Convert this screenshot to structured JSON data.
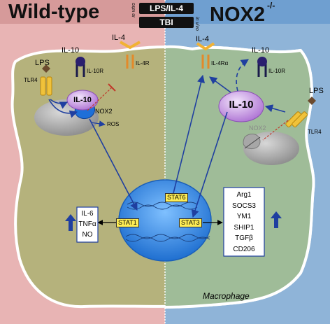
{
  "header": {
    "left_title": "Wild-type",
    "right_title": "NOX2",
    "right_superscript": "-/-",
    "box_top": "LPS/IL-4",
    "box_bottom": "TBI",
    "side_top": "in vitro",
    "side_bottom": "in vivo"
  },
  "left": {
    "lps": "LPS",
    "tlr4": "TLR4",
    "il10": "IL-10",
    "il10r": "IL-10R",
    "il4": "IL-4",
    "il4r": "IL-4R",
    "il10_circle": "IL-10",
    "nox2": "NOX2",
    "ros": "ROS",
    "stat1": "STAT1",
    "up_list": [
      "IL-6",
      "TNFα",
      "NO"
    ]
  },
  "right": {
    "il4": "IL-4",
    "il4ra": "IL-4Rα",
    "il10": "IL-10",
    "il10r": "IL-10R",
    "il10_circle": "IL-10",
    "lps": "LPS",
    "tlr4": "TLR4",
    "nox2": "NOX2",
    "stat3": "STAT3",
    "up_list": [
      "Arg1",
      "SOCS3",
      "YM1",
      "SHIP1",
      "TGFβ",
      "CD206"
    ]
  },
  "nucleus": {
    "stat6": "STAT6"
  },
  "cell_label": "Macrophage",
  "colors": {
    "left_bg": "#e8b4b4",
    "right_bg": "#8fb4d8",
    "cell_left": "#b5b27c",
    "cell_right": "#9fb89a",
    "arrow": "#1f3fa0",
    "inhibit": "#c0392b",
    "il10_fill": "#c79be0",
    "nucleus": "#3f8fe0"
  }
}
